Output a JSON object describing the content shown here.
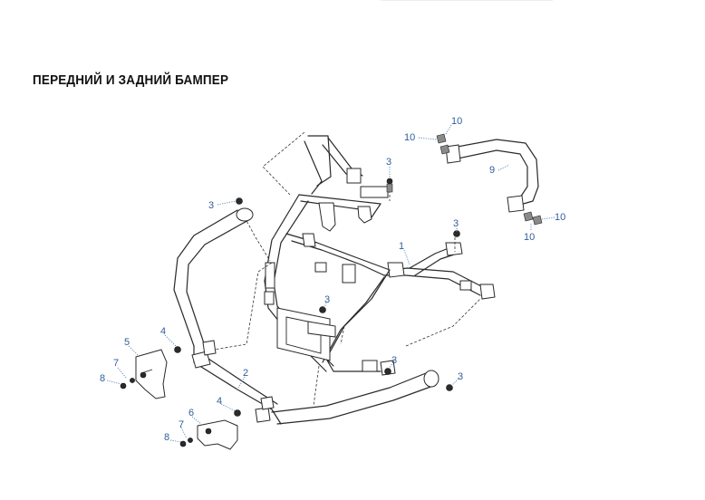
{
  "title": "ПЕРЕДНИЙ И ЗАДНИЙ БАМПЕР",
  "colors": {
    "callout": "#2f5f99",
    "line": "#2a2a2a",
    "title": "#111111"
  },
  "callouts": [
    {
      "id": "c1",
      "label": "1"
    },
    {
      "id": "c2",
      "label": "2"
    },
    {
      "id": "c3a",
      "label": "3"
    },
    {
      "id": "c3b",
      "label": "3"
    },
    {
      "id": "c3c",
      "label": "3"
    },
    {
      "id": "c3d",
      "label": "3"
    },
    {
      "id": "c3e",
      "label": "3"
    },
    {
      "id": "c3f",
      "label": "3"
    },
    {
      "id": "c4a",
      "label": "4"
    },
    {
      "id": "c4b",
      "label": "4"
    },
    {
      "id": "c5",
      "label": "5"
    },
    {
      "id": "c6",
      "label": "6"
    },
    {
      "id": "c7a",
      "label": "7"
    },
    {
      "id": "c7b",
      "label": "7"
    },
    {
      "id": "c8a",
      "label": "8"
    },
    {
      "id": "c8b",
      "label": "8"
    },
    {
      "id": "c9",
      "label": "9"
    },
    {
      "id": "c10a",
      "label": "10"
    },
    {
      "id": "c10b",
      "label": "10"
    },
    {
      "id": "c10c",
      "label": "10"
    },
    {
      "id": "c10d",
      "label": "10"
    }
  ]
}
